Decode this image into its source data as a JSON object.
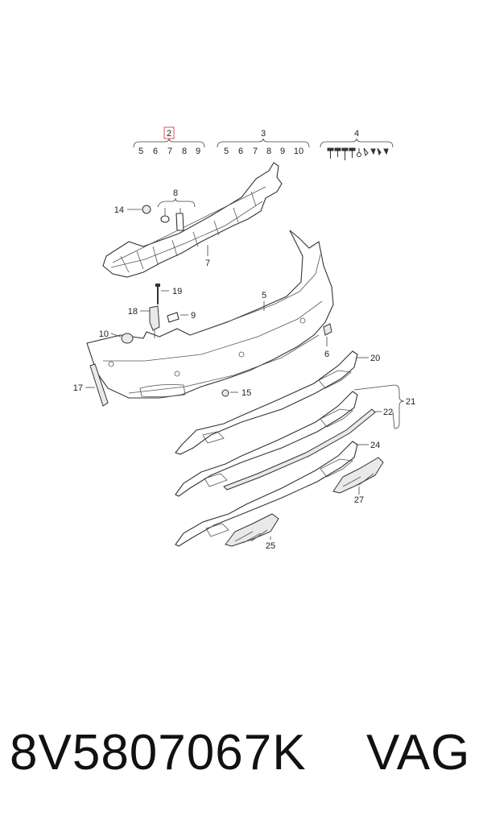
{
  "header_groups": {
    "group_2": {
      "label": "2",
      "items": [
        "5",
        "6",
        "7",
        "8",
        "9"
      ],
      "highlight_color": "#e05050"
    },
    "group_3": {
      "label": "3",
      "items": [
        "5",
        "6",
        "7",
        "8",
        "9",
        "10"
      ]
    },
    "group_4": {
      "label": "4"
    }
  },
  "callouts": {
    "c5": "5",
    "c6": "6",
    "c7": "7",
    "c8": "8",
    "c9": "9",
    "c10": "10",
    "c14": "14",
    "c15": "15",
    "c17": "17",
    "c18": "18",
    "c19": "19",
    "c20": "20",
    "c21": "21",
    "c22": "22",
    "c24": "24",
    "c25": "25",
    "c27": "27"
  },
  "footer": {
    "part_number": "8V5807067K",
    "brand": "VAG"
  }
}
